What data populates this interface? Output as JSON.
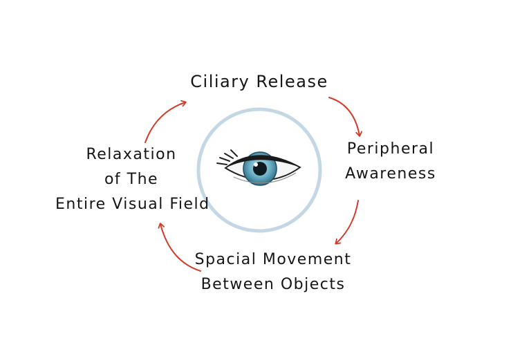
{
  "diagram": {
    "nodes": {
      "top": {
        "lines": [
          "Ciliary Release"
        ]
      },
      "right": {
        "lines": [
          "Peripheral",
          "Awareness"
        ]
      },
      "bottom": {
        "lines": [
          "Spacial Movement",
          "Between Objects"
        ]
      },
      "left": {
        "lines": [
          "Relaxation",
          "of The",
          "Entire Visual Field"
        ]
      }
    },
    "center_icon": "eye-icon",
    "colors": {
      "ring": "#c3d8e4",
      "arrow": "#d23a2a",
      "iris": "#6fb3c8",
      "pupil": "#0f1a20",
      "text": "#151515"
    }
  }
}
